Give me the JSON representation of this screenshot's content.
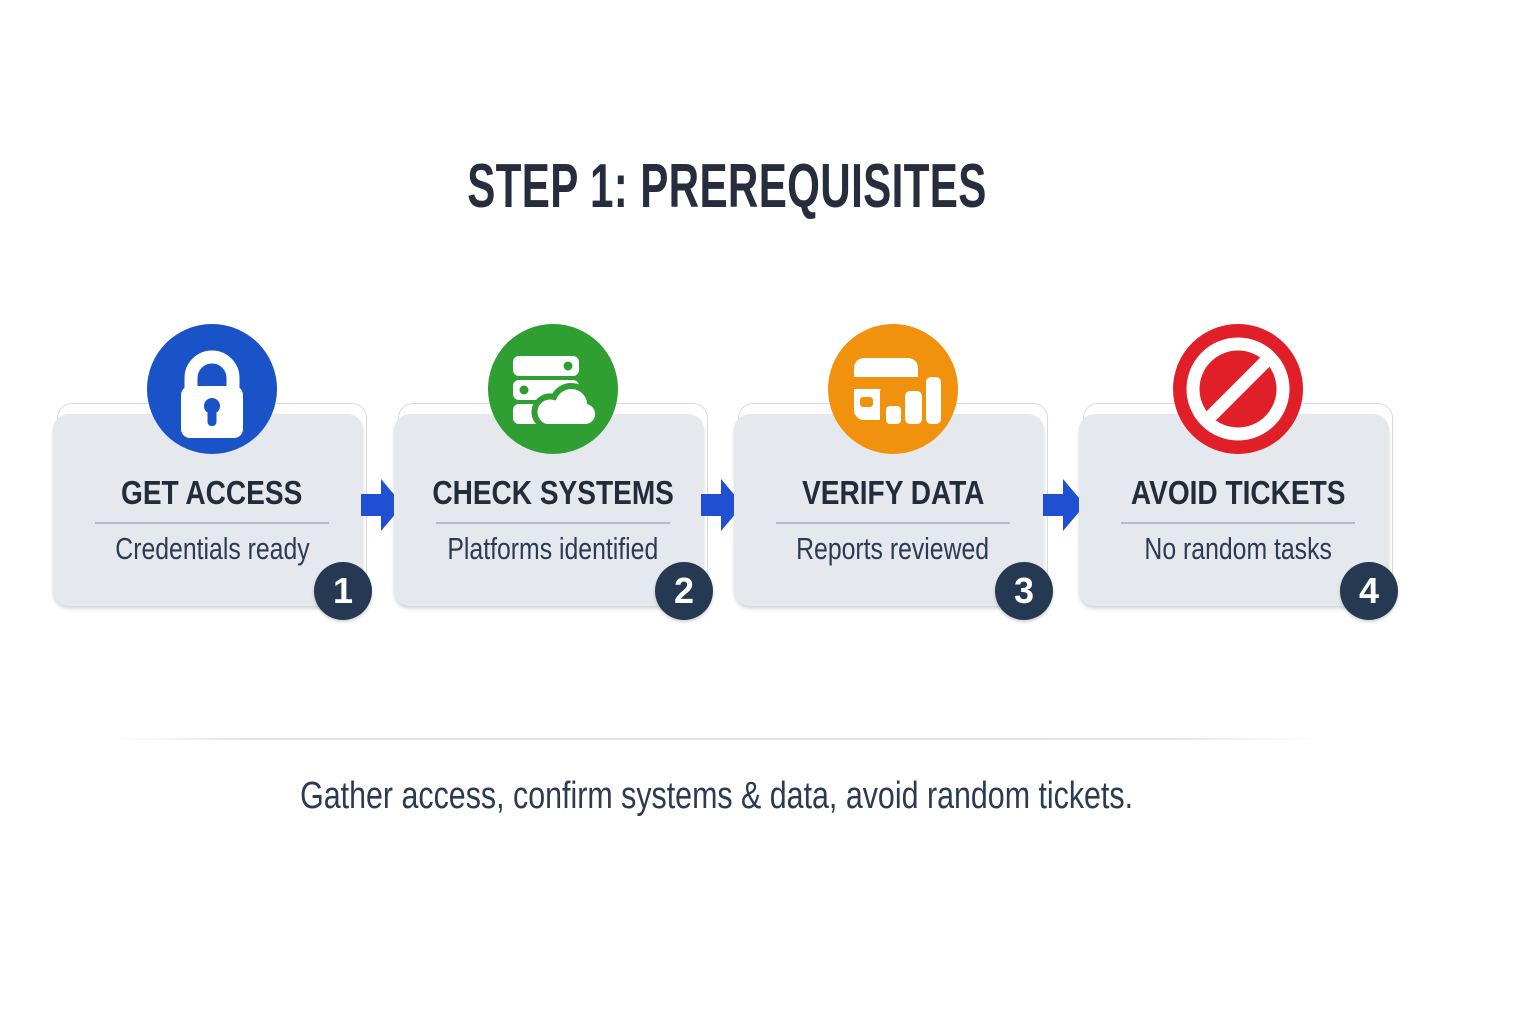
{
  "title": "STEP 1: PREREQUISITES",
  "steps": [
    {
      "number": "1",
      "title": "GET ACCESS",
      "subtitle": "Credentials ready",
      "icon": "lock-icon",
      "color": "#1a52c8"
    },
    {
      "number": "2",
      "title": "CHECK SYSTEMS",
      "subtitle": "Platforms identified",
      "icon": "server-cloud-icon",
      "color": "#2f9e33"
    },
    {
      "number": "3",
      "title": "VERIFY DATA",
      "subtitle": "Reports reviewed",
      "icon": "report-chart-icon",
      "color": "#f1920e"
    },
    {
      "number": "4",
      "title": "AVOID TICKETS",
      "subtitle": "No random tasks",
      "icon": "no-entry-icon",
      "color": "#e11f28"
    }
  ],
  "caption": "Gather access, confirm systems & data, avoid random tickets.",
  "colors": {
    "arrow": "#204fd4",
    "badge": "#253a52",
    "heading": "#262e3d",
    "card_title": "#222c3a",
    "subtitle": "#2c3b55",
    "card_border": "#d8dbdf",
    "divider": "#b7bcc4"
  }
}
